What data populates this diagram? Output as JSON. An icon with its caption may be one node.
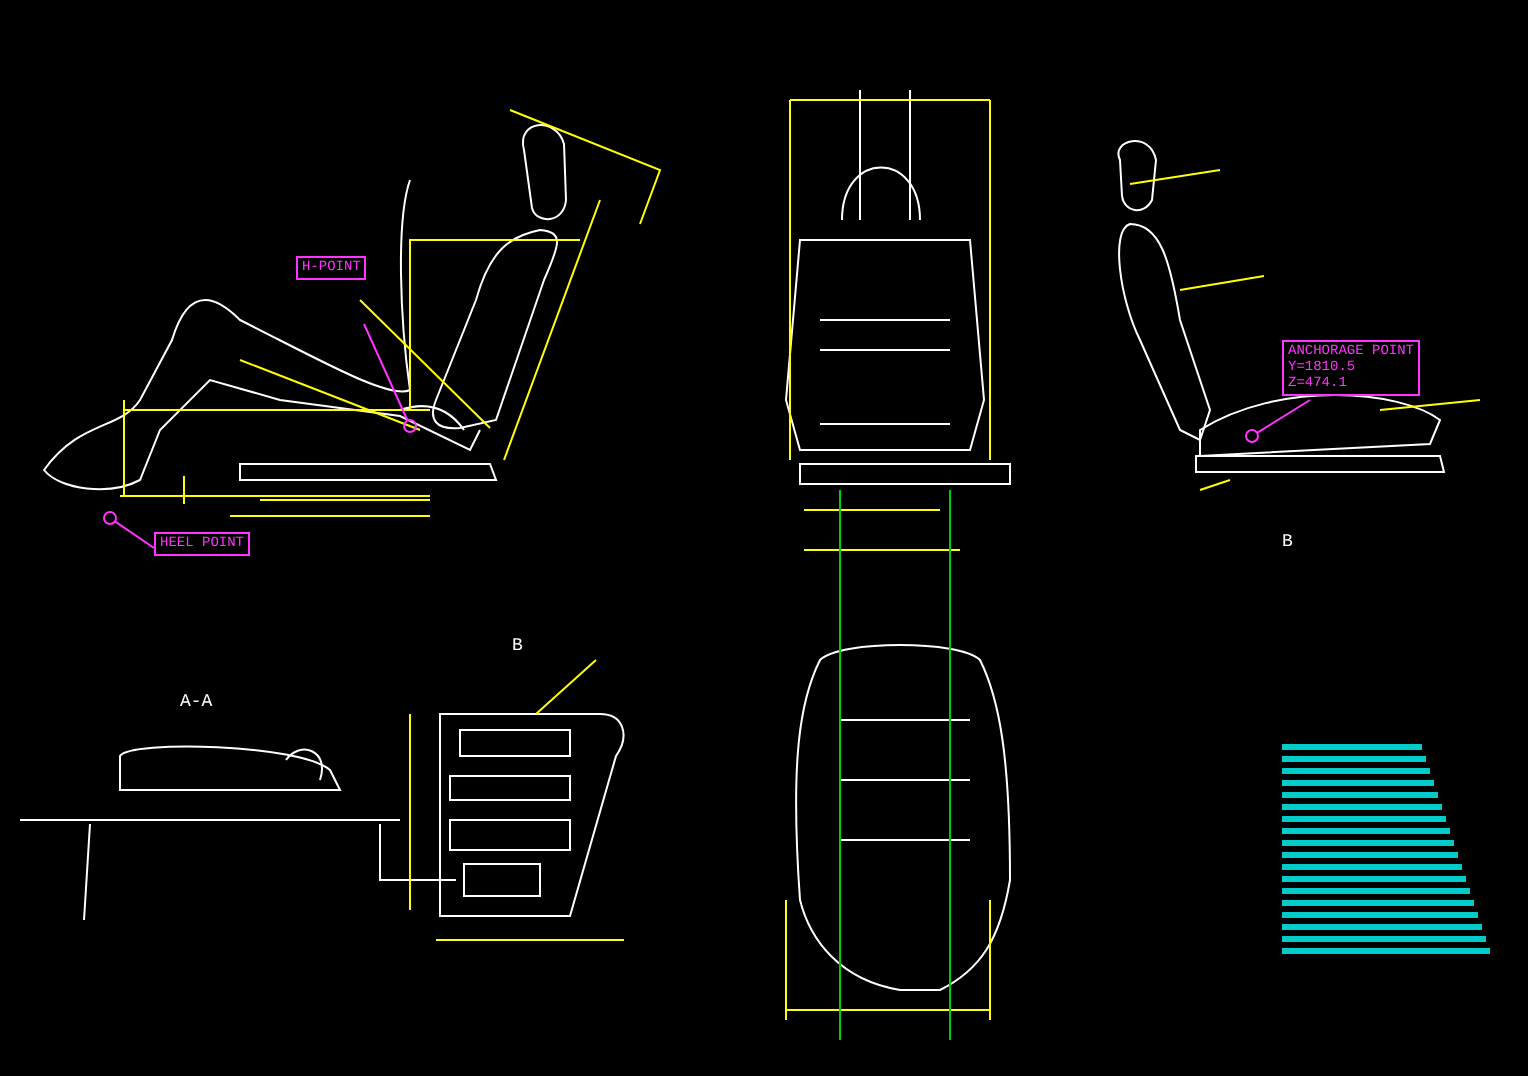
{
  "diagram": {
    "nodes": [
      {
        "text": [
          "H-POINT"
        ]
      },
      {
        "text": [
          "HEEL POINT"
        ]
      },
      {
        "text": [
          "ANCHORAGE POINT",
          "Y=1810.5",
          "Z=474.1"
        ]
      },
      {
        "text": [],
        "shape": "circle"
      },
      {
        "text": [],
        "shape": "circle"
      },
      {
        "text": [],
        "shape": "circle"
      }
    ],
    "edges": [
      {
        "from": 0,
        "to": 3,
        "arrow": "none"
      },
      {
        "from": 1,
        "to": 4,
        "arrow": "none"
      },
      {
        "from": 2,
        "to": 5,
        "arrow": "none"
      }
    ],
    "labels": [
      "A-A",
      "B",
      "B"
    ]
  }
}
